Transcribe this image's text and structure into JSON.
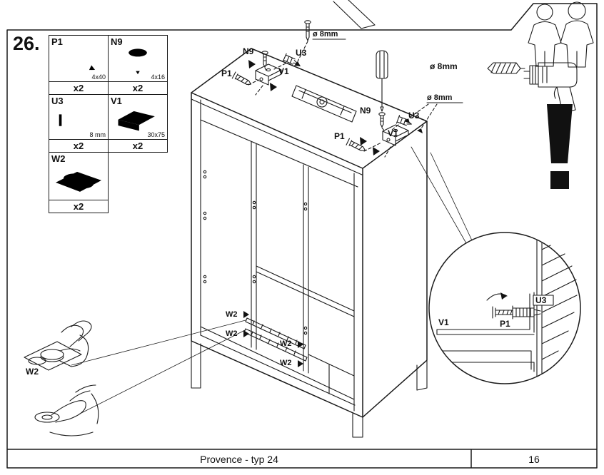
{
  "page": {
    "step": "26.",
    "footer_title": "Provence - typ 24",
    "footer_page": "16"
  },
  "parts_table": {
    "p1": {
      "id": "P1",
      "size": "4x40",
      "qty": "x2"
    },
    "n9": {
      "id": "N9",
      "size": "4x16",
      "qty": "x2"
    },
    "u3": {
      "id": "U3",
      "size": "8 mm",
      "qty": "x2"
    },
    "v1": {
      "id": "V1",
      "size": "30x75",
      "qty": "x2"
    },
    "w2": {
      "id": "W2",
      "qty": "x2"
    }
  },
  "labels": {
    "group1": {
      "n9": "N9",
      "u3": "U3",
      "v1": "V1",
      "p1": "P1"
    },
    "group2": {
      "n9": "N9",
      "u3": "U3",
      "v1": "V1",
      "p1": "P1"
    },
    "dia_top": "ø 8mm",
    "dia_mid": "ø 8mm",
    "dia_tools": "ø 8mm",
    "w2_1": "W2",
    "w2_2": "W2",
    "w2_3": "W2",
    "w2_4": "W2",
    "w2_hand": "W2"
  },
  "detail": {
    "v1": "V1",
    "p1": "P1",
    "u3": "U3"
  }
}
